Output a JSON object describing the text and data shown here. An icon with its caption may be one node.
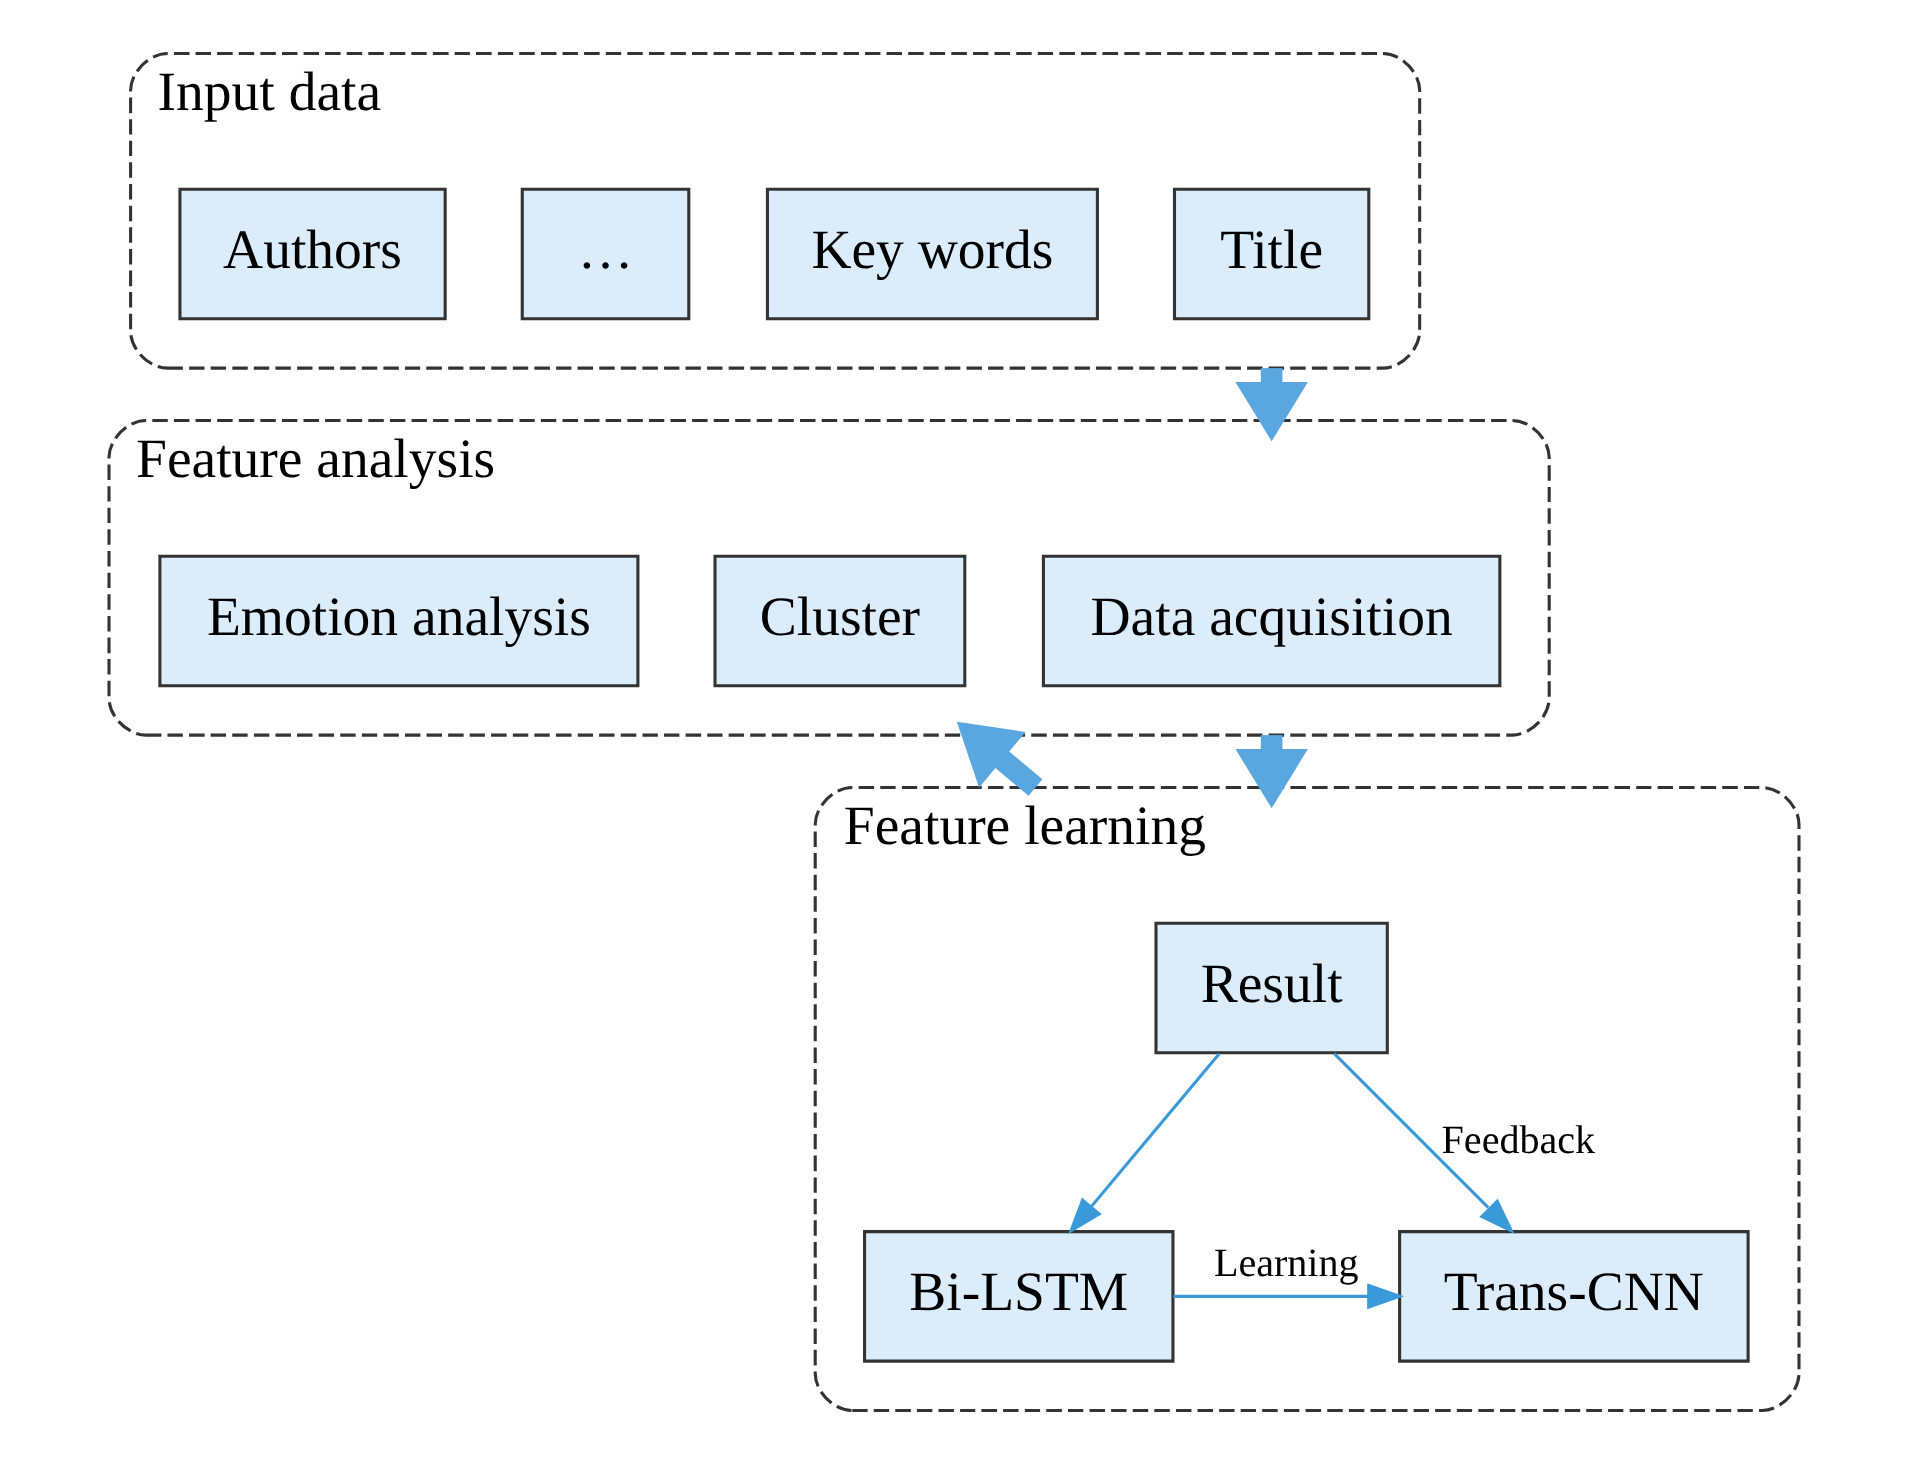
{
  "diagram": {
    "nodes": [
      {
        "text": [
          "Input data"
        ]
      },
      {
        "text": [
          "Title"
        ],
        "in": 0
      },
      {
        "text": [
          "Key words"
        ],
        "in": 0
      },
      {
        "text": [
          "…"
        ],
        "in": 0
      },
      {
        "text": [
          "Authors"
        ],
        "in": 0
      },
      {
        "text": [
          "Feature analysis"
        ]
      },
      {
        "text": [
          "Data acquisition"
        ],
        "in": 5
      },
      {
        "text": [
          "Cluster"
        ],
        "in": 5
      },
      {
        "text": [
          "Emotion analysis"
        ],
        "in": 5
      },
      {
        "text": [
          "Feature learning"
        ]
      },
      {
        "text": [
          "Result"
        ],
        "in": 9
      },
      {
        "text": [
          "Bi-LSTM"
        ],
        "in": 9
      },
      {
        "text": [
          "Trans-CNN"
        ],
        "in": 9
      }
    ],
    "edges": [
      {
        "from": 0,
        "to": 5,
        "arrow": "to",
        "style": "thick",
        "color": "#5aa7e0"
      },
      {
        "from": 5,
        "to": 9,
        "arrow": "to",
        "style": "thick",
        "color": "#5aa7e0"
      },
      {
        "from": 9,
        "to": 5,
        "arrow": "to",
        "style": "thick",
        "color": "#5aa7e0"
      },
      {
        "from": 10,
        "to": 11,
        "arrow": "to"
      },
      {
        "from": 10,
        "to": 12,
        "arrow": "to",
        "label": "Feedback"
      },
      {
        "from": 11,
        "to": 12,
        "arrow": "to",
        "label": "Learning"
      }
    ]
  }
}
